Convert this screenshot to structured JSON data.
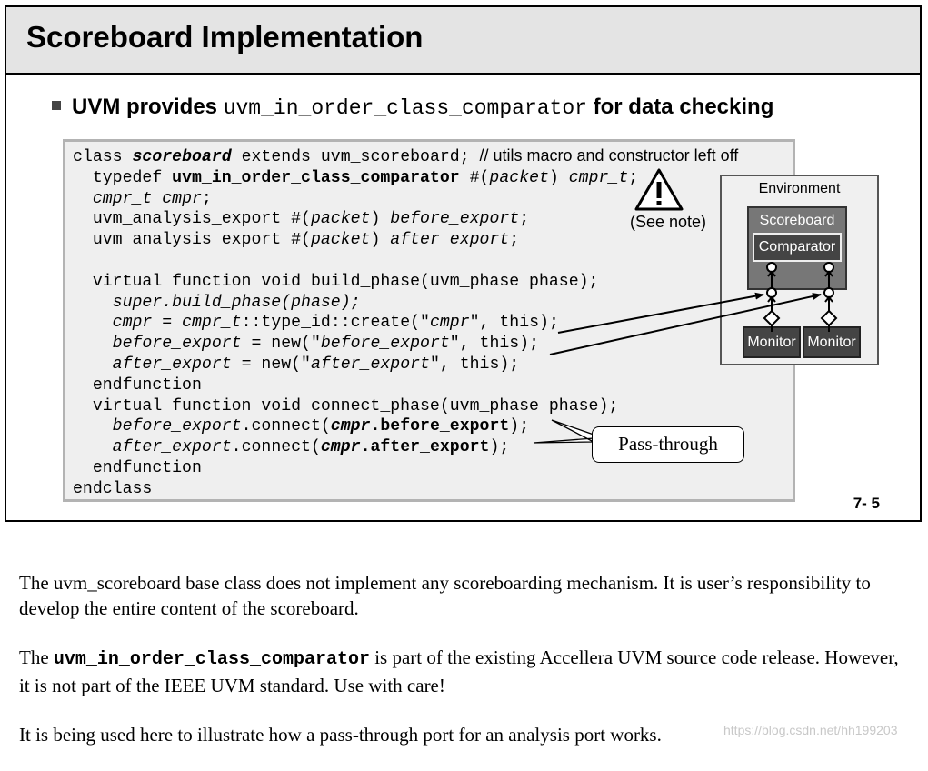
{
  "slide": {
    "title": "Scoreboard Implementation",
    "bullet": {
      "prefix": "UVM provides ",
      "code": "uvm_in_order_class_comparator",
      "suffix": " for data checking"
    },
    "code_lines": [
      [
        {
          "t": "class "
        },
        {
          "t": "scoreboard",
          "s": "bi"
        },
        {
          "t": " extends uvm_scoreboard; "
        },
        {
          "t": "// utils macro and constructor left off",
          "s": "sans"
        }
      ],
      [
        {
          "t": "  typedef "
        },
        {
          "t": "uvm_in_order_class_comparator",
          "s": "b"
        },
        {
          "t": " #("
        },
        {
          "t": "packet",
          "s": "i"
        },
        {
          "t": ") "
        },
        {
          "t": "cmpr_t",
          "s": "i"
        },
        {
          "t": ";"
        }
      ],
      [
        {
          "t": "  "
        },
        {
          "t": "cmpr_t cmpr",
          "s": "i"
        },
        {
          "t": ";"
        }
      ],
      [
        {
          "t": "  uvm_analysis_export #("
        },
        {
          "t": "packet",
          "s": "i"
        },
        {
          "t": ") "
        },
        {
          "t": "before_export",
          "s": "i"
        },
        {
          "t": ";"
        }
      ],
      [
        {
          "t": "  uvm_analysis_export #("
        },
        {
          "t": "packet",
          "s": "i"
        },
        {
          "t": ") "
        },
        {
          "t": "after_export",
          "s": "i"
        },
        {
          "t": ";"
        }
      ],
      [
        {
          "t": ""
        }
      ],
      [
        {
          "t": "  virtual function void build_phase(uvm_phase phase);"
        }
      ],
      [
        {
          "t": "    "
        },
        {
          "t": "super.build_phase(phase);",
          "s": "i"
        }
      ],
      [
        {
          "t": "    "
        },
        {
          "t": "cmpr",
          "s": "i"
        },
        {
          "t": " = "
        },
        {
          "t": "cmpr_t",
          "s": "i"
        },
        {
          "t": "::type_id::create(\""
        },
        {
          "t": "cmpr",
          "s": "i"
        },
        {
          "t": "\", this);"
        }
      ],
      [
        {
          "t": "    "
        },
        {
          "t": "before_export",
          "s": "i"
        },
        {
          "t": " = new(\""
        },
        {
          "t": "before_export",
          "s": "i"
        },
        {
          "t": "\", this);"
        }
      ],
      [
        {
          "t": "    "
        },
        {
          "t": "after_export",
          "s": "i"
        },
        {
          "t": " = new(\""
        },
        {
          "t": "after_export",
          "s": "i"
        },
        {
          "t": "\", this);"
        }
      ],
      [
        {
          "t": "  endfunction"
        }
      ],
      [
        {
          "t": "  virtual function void connect_phase(uvm_phase phase);"
        }
      ],
      [
        {
          "t": "    "
        },
        {
          "t": "before_export",
          "s": "i"
        },
        {
          "t": ".connect("
        },
        {
          "t": "cmpr",
          "s": "bi"
        },
        {
          "t": ".before_export",
          "s": "b"
        },
        {
          "t": ");"
        }
      ],
      [
        {
          "t": "    "
        },
        {
          "t": "after_export",
          "s": "i"
        },
        {
          "t": ".connect("
        },
        {
          "t": "cmpr",
          "s": "bi"
        },
        {
          "t": ".after_export",
          "s": "b"
        },
        {
          "t": ");"
        }
      ],
      [
        {
          "t": "  endfunction"
        }
      ],
      [
        {
          "t": "endclass"
        }
      ]
    ],
    "warning_text": "(See note)",
    "diagram": {
      "environment": "Environment",
      "scoreboard": "Scoreboard",
      "comparator": "Comparator",
      "monitor_left": "Monitor",
      "monitor_right": "Monitor"
    },
    "callout": "Pass-through",
    "page_number": "7- 5"
  },
  "notes": {
    "p1": "The uvm_scoreboard base class does not implement any scoreboarding mechanism.  It is user’s responsibility to develop the entire content of the scoreboard.",
    "p2_code": "uvm_in_order_class_comparator",
    "p2_prefix": "The ",
    "p2_suffix": " is part of the existing Accellera UVM source code release.  However, it is not part of the IEEE UVM standard.  Use with care!",
    "p3": "It is being used here to illustrate how a pass-through port for an analysis port works."
  },
  "watermark": "https://blog.csdn.net/hh199203"
}
